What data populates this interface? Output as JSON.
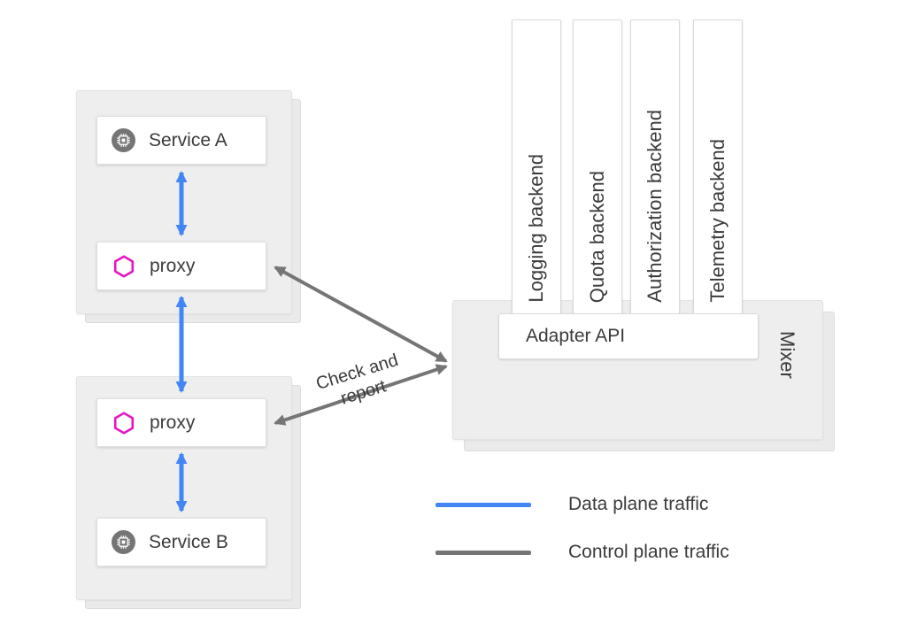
{
  "groups": {
    "top": {
      "service": "Service A",
      "proxy": "proxy"
    },
    "bottom": {
      "proxy": "proxy",
      "service": "Service B"
    }
  },
  "mixer": {
    "label": "Mixer",
    "adapter_api": "Adapter API",
    "backends": [
      "Logging backend",
      "Quota backend",
      "Authorization backend",
      "Telemetry backend"
    ]
  },
  "annotations": {
    "check_line1": "Check and",
    "check_line2": "report"
  },
  "legend": [
    {
      "label": "Data plane traffic",
      "color": "#4285f4"
    },
    {
      "label": "Control plane traffic",
      "color": "#757575"
    }
  ],
  "colors": {
    "data_plane": "#4285f4",
    "control_plane": "#757575",
    "proxy_accent": "#e516c4",
    "service_icon": "#757575",
    "group_background": "#eeeeee"
  }
}
